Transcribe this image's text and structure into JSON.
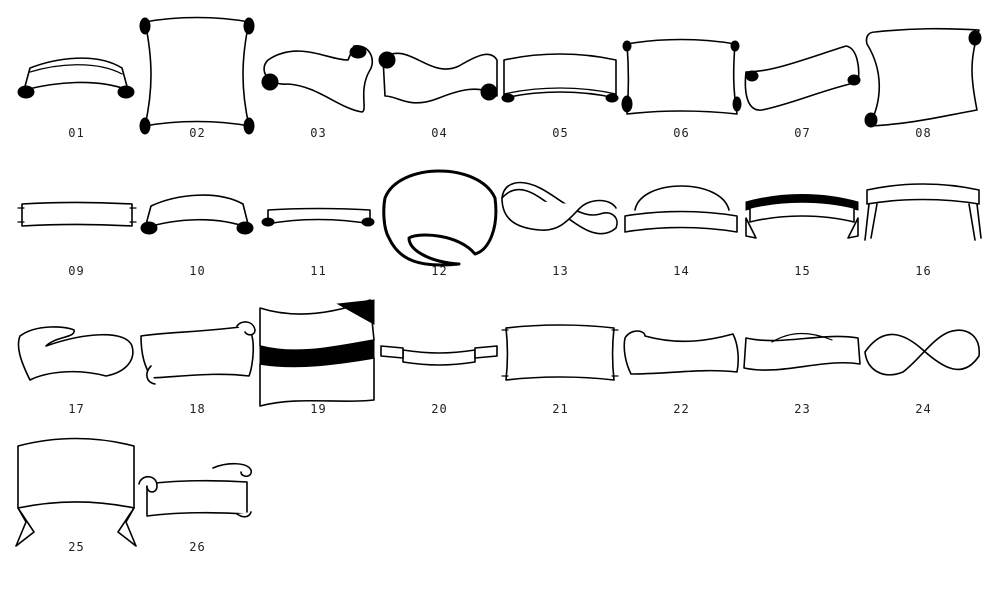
{
  "labels": [
    "01",
    "02",
    "03",
    "04",
    "05",
    "06",
    "07",
    "08",
    "09",
    "10",
    "11",
    "12",
    "13",
    "14",
    "15",
    "16",
    "17",
    "18",
    "19",
    "20",
    "21",
    "22",
    "23",
    "24",
    "25",
    "26"
  ]
}
